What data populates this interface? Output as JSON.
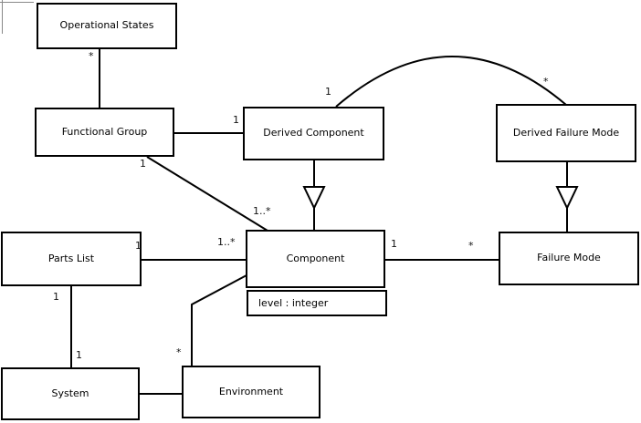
{
  "diagram": {
    "kind": "uml-class-diagram",
    "background_color": "#ffffff",
    "line_color": "#000000",
    "classes": [
      {
        "name": "Operational States"
      },
      {
        "name": "Functional Group"
      },
      {
        "name": "Derived Component"
      },
      {
        "name": "Derived Failure Mode"
      },
      {
        "name": "Parts List"
      },
      {
        "name": "Component",
        "attributes": [
          "level : integer"
        ]
      },
      {
        "name": "Failure Mode"
      },
      {
        "name": "System"
      },
      {
        "name": "Environment"
      }
    ],
    "labels": [
      {
        "text": "*"
      },
      {
        "text": "1"
      },
      {
        "text": "1"
      },
      {
        "text": "1..*"
      },
      {
        "text": "1"
      },
      {
        "text": "*"
      },
      {
        "text": "1"
      },
      {
        "text": "1..*"
      },
      {
        "text": "1"
      },
      {
        "text": "1"
      },
      {
        "text": "*"
      },
      {
        "text": "1"
      },
      {
        "text": "*"
      }
    ],
    "edges": [
      {
        "from": "Operational States",
        "to": "Functional Group",
        "type": "association",
        "multiplicities": [
          "*"
        ]
      },
      {
        "from": "Functional Group",
        "to": "Derived Component",
        "type": "association",
        "multiplicities": [
          "1"
        ]
      },
      {
        "from": "Functional Group",
        "to": "Component",
        "type": "association",
        "multiplicities": [
          "1",
          "1..*"
        ]
      },
      {
        "from": "Derived Component",
        "to": "Component",
        "type": "generalization"
      },
      {
        "from": "Derived Component",
        "to": "Derived Failure Mode",
        "type": "association-arc",
        "multiplicities": [
          "1",
          "*"
        ]
      },
      {
        "from": "Derived Failure Mode",
        "to": "Failure Mode",
        "type": "generalization"
      },
      {
        "from": "Parts List",
        "to": "Component",
        "type": "association",
        "multiplicities": [
          "1",
          "1..*"
        ]
      },
      {
        "from": "Parts List",
        "to": "System",
        "type": "association",
        "multiplicities": [
          "1",
          "1"
        ]
      },
      {
        "from": "Component",
        "to": "Failure Mode",
        "type": "association",
        "multiplicities": [
          "1",
          "*"
        ]
      },
      {
        "from": "Component",
        "to": "Environment",
        "type": "association",
        "multiplicities": [
          "*"
        ]
      },
      {
        "from": "System",
        "to": "Environment",
        "type": "association"
      }
    ]
  }
}
